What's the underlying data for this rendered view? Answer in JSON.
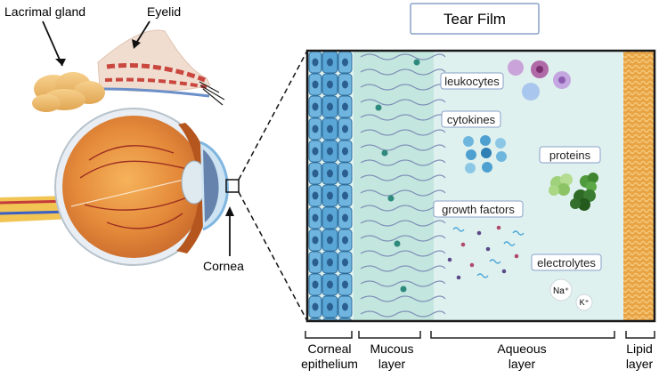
{
  "title": "Tear Film",
  "anatomy": {
    "lacrimal_gland": "Lacrimal gland",
    "eyelid": "Eyelid",
    "cornea": "Cornea"
  },
  "components": {
    "leukocytes": "leukocytes",
    "cytokines": "cytokines",
    "proteins": "proteins",
    "growth_factors": "growth factors",
    "electrolytes": "electrolytes",
    "sodium": "Na⁺",
    "potassium": "K⁺"
  },
  "layers": [
    {
      "line1": "Corneal",
      "line2": "epithelium"
    },
    {
      "line1": "Mucous",
      "line2": "layer"
    },
    {
      "line1": "Aqueous",
      "line2": "layer"
    },
    {
      "line1": "Lipid",
      "line2": "layer"
    }
  ],
  "colors": {
    "aqueous": "#dff1ef",
    "mucous": "#bfe3dc",
    "epithelium": "#5aa6d6",
    "lipid": "#e9a544",
    "frame": "#1a1a1a"
  }
}
